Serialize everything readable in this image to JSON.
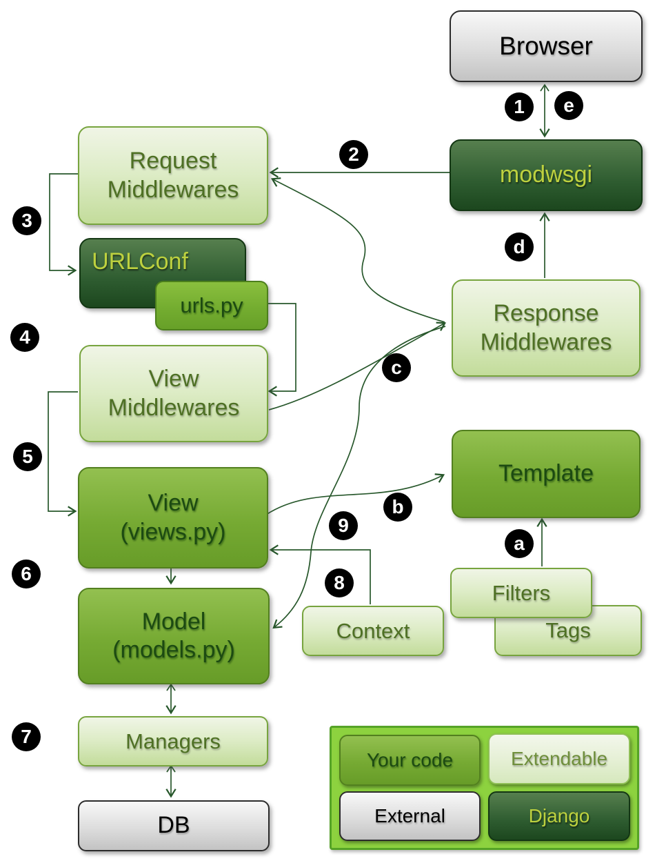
{
  "nodes": {
    "browser": {
      "label": "Browser",
      "kind": "external"
    },
    "modwsgi": {
      "label": "modwsgi",
      "kind": "django"
    },
    "request_middlewares": {
      "label": "Request\nMiddlewares",
      "kind": "extendable"
    },
    "urlconf": {
      "label": "URLConf",
      "kind": "django"
    },
    "urls_py": {
      "label": "urls.py",
      "kind": "your_code"
    },
    "view_middlewares": {
      "label": "View\nMiddlewares",
      "kind": "extendable"
    },
    "view": {
      "label": "View\n(views.py)",
      "kind": "your_code"
    },
    "model": {
      "label": "Model\n(models.py)",
      "kind": "your_code"
    },
    "managers": {
      "label": "Managers",
      "kind": "extendable"
    },
    "db": {
      "label": "DB",
      "kind": "external"
    },
    "response_middlewares": {
      "label": "Response\nMiddlewares",
      "kind": "extendable"
    },
    "template": {
      "label": "Template",
      "kind": "your_code"
    },
    "filters": {
      "label": "Filters",
      "kind": "extendable"
    },
    "tags": {
      "label": "Tags",
      "kind": "extendable"
    },
    "context": {
      "label": "Context",
      "kind": "extendable"
    }
  },
  "badges": {
    "n1": "1",
    "n2": "2",
    "n3": "3",
    "n4": "4",
    "n5": "5",
    "n6": "6",
    "n7": "7",
    "n8": "8",
    "n9": "9",
    "a": "a",
    "b": "b",
    "c": "c",
    "d": "d",
    "e": "e"
  },
  "legend": {
    "items": {
      "your_code": "Your code",
      "extendable": "Extendable",
      "external": "External",
      "django": "Django"
    }
  },
  "edges": [
    {
      "step": "1",
      "from": "Browser",
      "to": "modwsgi",
      "bidirectional": true
    },
    {
      "step": "2",
      "from": "modwsgi",
      "to": "Request Middlewares"
    },
    {
      "step": "3",
      "from": "Request Middlewares",
      "to": "URLConf"
    },
    {
      "step": "4",
      "from": "urls.py",
      "to": "View Middlewares"
    },
    {
      "step": "5",
      "from": "View Middlewares",
      "to": "View (views.py)"
    },
    {
      "step": "6",
      "from": "View (views.py)",
      "to": "Model (models.py)"
    },
    {
      "step": "7",
      "from": "Model (models.py)",
      "to": "Managers",
      "bidirectional": true
    },
    {
      "step": "7",
      "from": "Managers",
      "to": "DB",
      "bidirectional": true
    },
    {
      "step": "8",
      "from": "Context",
      "to": "View (views.py)"
    },
    {
      "step": "9",
      "from": "Response Middlewares junction",
      "to": "Model (models.py)"
    },
    {
      "step": "a",
      "from": "Filters / Tags",
      "to": "Template"
    },
    {
      "step": "b",
      "from": "View (views.py)",
      "to": "Template"
    },
    {
      "step": "c",
      "from": "View Middlewares",
      "to": "Response Middlewares"
    },
    {
      "step": "d",
      "from": "Response Middlewares",
      "to": "modwsgi"
    },
    {
      "step": "e",
      "from": "modwsgi",
      "to": "Browser"
    }
  ],
  "colors": {
    "background": "#ffffff",
    "arrow": "#27572b",
    "badge_bg": "#000000",
    "badge_text": "#ffffff",
    "extendable_fill": "#d9e9bf",
    "your_code_fill": "#76aa33",
    "django_fill": "#2e5c30",
    "external_fill": "#d9d9d9",
    "legend_panel": "#8dd23f"
  }
}
